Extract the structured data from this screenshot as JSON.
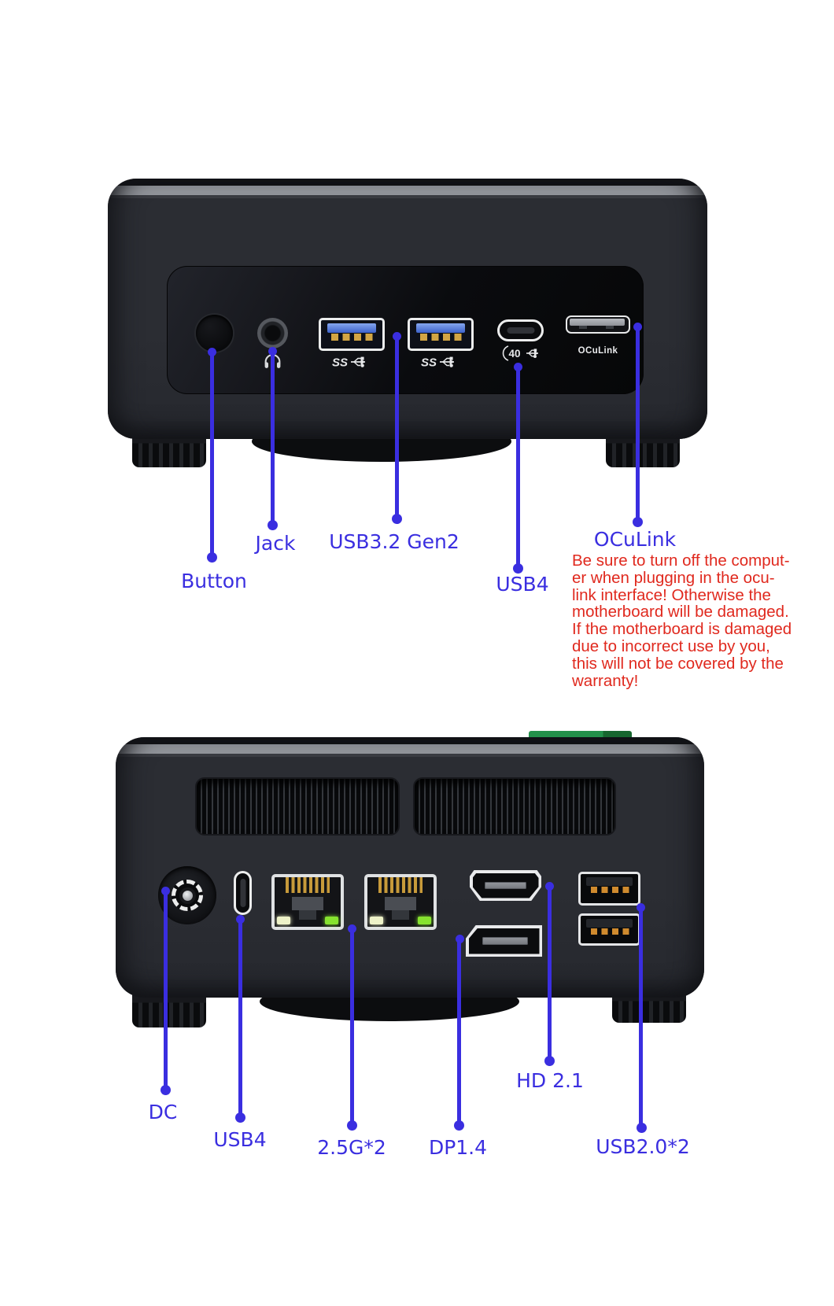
{
  "front": {
    "port_prints": {
      "ss": "SS",
      "usb40": "40",
      "oculink": "OCuLink"
    },
    "annotations": [
      {
        "port": "power-button",
        "label": "Button"
      },
      {
        "port": "audio-jack",
        "label": "Jack"
      },
      {
        "port": "usb-a-3.2",
        "label": "USB3.2 Gen2"
      },
      {
        "port": "usb-c",
        "label": "USB4"
      },
      {
        "port": "oculink",
        "label": "OCuLink"
      }
    ]
  },
  "warning": {
    "lines": [
      "Be sure to turn off the comput-",
      "er when plugging in the ocu-",
      "link interface! Otherwise the",
      "motherboard will be damaged.",
      "If the motherboard is damaged",
      "due to incorrect use by you,",
      "this will not be covered by the",
      "warranty!"
    ]
  },
  "rear": {
    "annotations": [
      {
        "port": "dc-in",
        "label": "DC"
      },
      {
        "port": "usb-c",
        "label": "USB4"
      },
      {
        "port": "ethernet-2.5g",
        "label": "2.5G*2"
      },
      {
        "port": "displayport",
        "label": "DP1.4"
      },
      {
        "port": "hdmi",
        "label": "HD 2.1"
      },
      {
        "port": "usb-a-2.0",
        "label": "USB2.0*2"
      }
    ]
  },
  "colors": {
    "annotation_blue": "#3a2ee0",
    "warning_red": "#e0291e",
    "led_green": "#86e22f",
    "led_yellow": "#eef2c8",
    "pcb_green": "#23914a",
    "chassis_dark": "#26282e"
  }
}
